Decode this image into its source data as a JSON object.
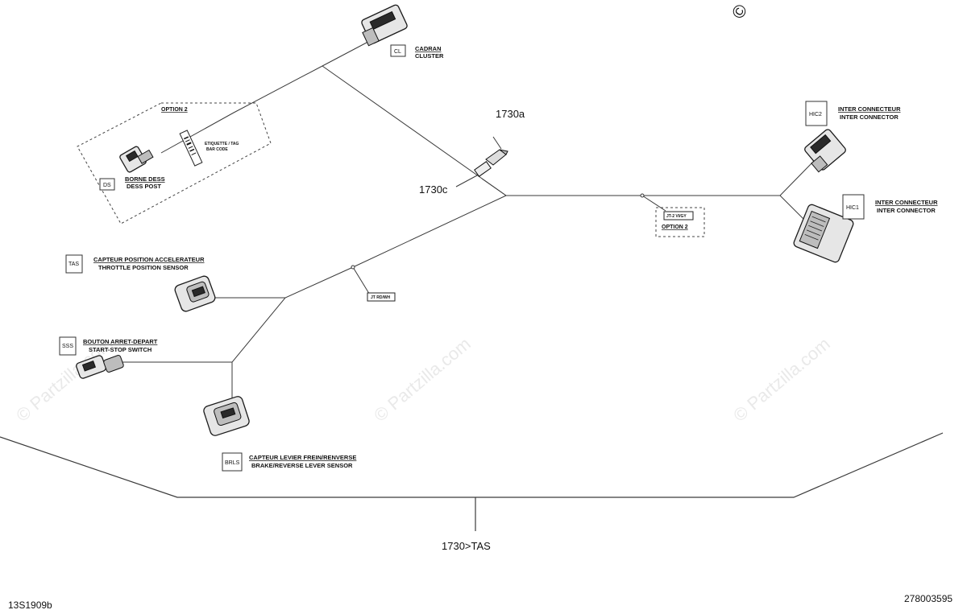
{
  "diagram": {
    "part_number": "278003595",
    "drawing_code": "13S1909b",
    "main_callout": "1730>TAS",
    "callout_1730a": "1730a",
    "callout_1730c": "1730c",
    "copyright_mark": "©",
    "watermark_text": "© Partzilla.com"
  },
  "components": {
    "cluster": {
      "code": "CL",
      "label_fr": "CADRAN",
      "label_en": "CLUSTER"
    },
    "dess_post": {
      "code": "DS",
      "label_fr": "BORNE DESS",
      "label_en": "DESS POST"
    },
    "hic2": {
      "code": "HIC2",
      "label_fr": "INTER CONNECTEUR",
      "label_en": "INTER CONNECTOR"
    },
    "hic1": {
      "code": "HIC1",
      "label_fr": "INTER CONNECTEUR",
      "label_en": "INTER CONNECTOR"
    },
    "tps": {
      "code": "TAS",
      "label_fr": "CAPTEUR POSITION ACCELERATEUR",
      "label_en": "THROTTLE POSITION SENSOR"
    },
    "sss": {
      "code": "SSS",
      "label_fr": "BOUTON ARRET-DEPART",
      "label_en": "START-STOP SWITCH"
    },
    "brls": {
      "code": "BRLS",
      "label_fr": "CAPTEUR LEVIER FREIN/RENVERSE",
      "label_en": "BRAKE/REVERSE LEVER SENSOR"
    }
  },
  "options": {
    "option_left": {
      "label": "OPTION 2",
      "tag_line1": "ETIQUETTE / TAG",
      "tag_line2": "BAR CODE"
    },
    "option_right": {
      "label": "OPTION 2",
      "tag": "JT-2 VI/GY"
    }
  },
  "junction_tag": "JT RD/WH"
}
